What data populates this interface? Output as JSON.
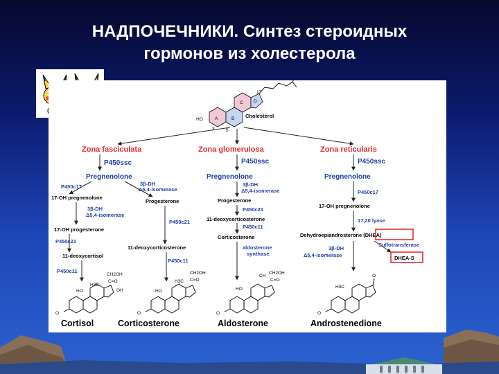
{
  "title": {
    "line1": "НАДПОЧЕЧНИКИ. Синтез стероидных",
    "line2": "гормонов из холестерола"
  },
  "colors": {
    "zone_text": "#e62b2b",
    "enzyme_text": "#1f3fa8",
    "highlight_box": "#e62b2b"
  },
  "diagram": {
    "top": {
      "precursor": "Cholesterol",
      "ring_a": "A",
      "ring_b": "B",
      "ring_c": "C",
      "ring_d": "D",
      "ho": "HO",
      "c17": "17",
      "c3": "3",
      "c5": "5"
    },
    "zones": {
      "fasciculata": "Zona fasciculata",
      "glomerulosa": "Zona glomerulosa",
      "reticularis": "Zona reticularis"
    },
    "fasciculata": {
      "p450ssc": "P450ssc",
      "pregnenolone": "Pregnenolone",
      "p450c17": "P450c17",
      "hsd_3b": "3β-DH",
      "isomerase": "Δ5,4-isomerase",
      "oh17_preg": "17-OH pregnenolone",
      "progesterone": "Progesterone",
      "hsd_3b_2": "3β-DH",
      "isomerase_2": "Δ5,4-isomerase",
      "oh17_prog": "17-OH progesterone",
      "p450c21_right": "P450c21",
      "p450c21_left": "P450c21",
      "doc11": "11-deoxycorticosterone",
      "deoxycortisol": "11-deoxycortisol",
      "p450c11_left": "P450c11",
      "p450c11_right": "P450c11"
    },
    "glomerulosa": {
      "p450ssc": "P450ssc",
      "pregnenolone": "Pregnenolone",
      "hsd_3b": "3β-DH",
      "isomerase": "Δ5,4-isomerase",
      "progesterone": "Progesterone",
      "p450c21": "P450c21",
      "doc11": "11-deoxycorticosterone",
      "p450c11": "P450c11",
      "corticosterone": "Corticosterone",
      "aldo_synthase_1": "aldosterone",
      "aldo_synthase_2": "synthase"
    },
    "reticularis": {
      "p450ssc": "P450ssc",
      "pregnenolone": "Pregnenolone",
      "p450c17": "P450c17",
      "oh17_preg": "17-OH pregnenolone",
      "lyase": "17,20 lyase",
      "dhea": "Dehydroepiandrosterone (DHEA)",
      "sulfo": "Sulfotransferase",
      "dheas": "DHEA-S",
      "hsd_3b": "3β-DH",
      "isomerase": "Δ5,4-isomerase"
    },
    "structure_labels": {
      "ch2oh": "CH2OH",
      "co": "C=O",
      "oh": "OH",
      "ho": "HO",
      "h3c": "H3C",
      "o": "O",
      "ch": "CH"
    },
    "products": {
      "cortisol": "Cortisol",
      "corticosterone": "Corticosterone",
      "aldosterone": "Aldosterone",
      "androstenedione": "Androstenedione"
    }
  }
}
